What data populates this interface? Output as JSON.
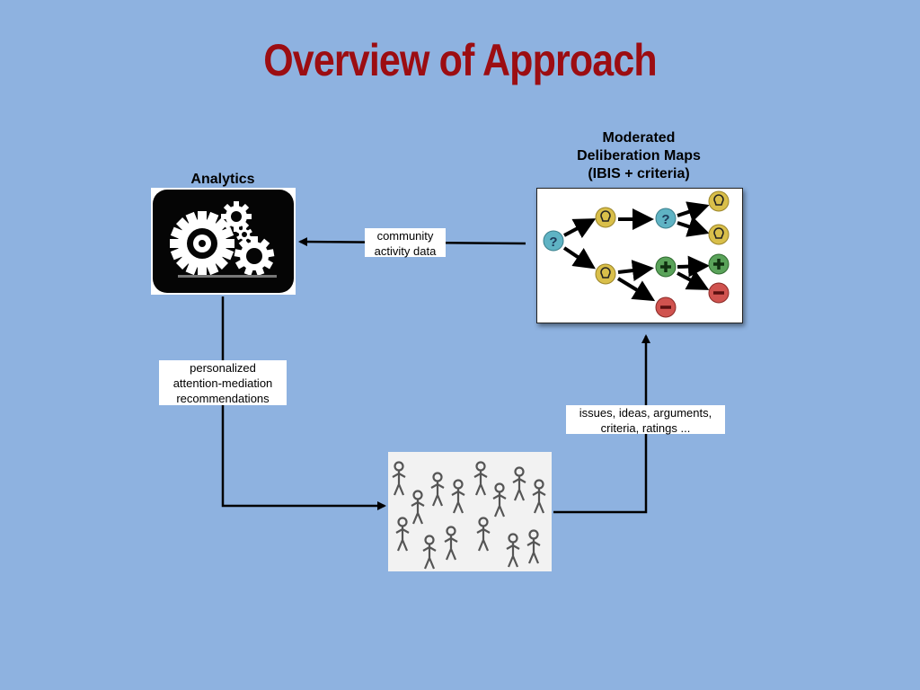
{
  "title": "Overview of Approach",
  "nodes": {
    "analytics": "Analytics",
    "maps_line1": "Moderated",
    "maps_line2": "Deliberation Maps",
    "maps_line3": "(IBIS + criteria)"
  },
  "edge_labels": {
    "community": [
      "community",
      "activity data"
    ],
    "recommendations": [
      "personalized",
      "attention-mediation",
      "recommendations"
    ],
    "contributions": [
      "issues, ideas, arguments,",
      "criteria, ratings ..."
    ]
  },
  "colors": {
    "background": "#8eb2e0",
    "title": "#9c0d12",
    "question_node": "#5fb3c4",
    "idea_node": "#d9bf4a",
    "pro_node": "#5aa35a",
    "con_node": "#d0534f"
  },
  "icons": [
    "gears-icon",
    "crowd-icon",
    "question-icon",
    "lightbulb-icon",
    "plus-icon",
    "minus-icon"
  ]
}
